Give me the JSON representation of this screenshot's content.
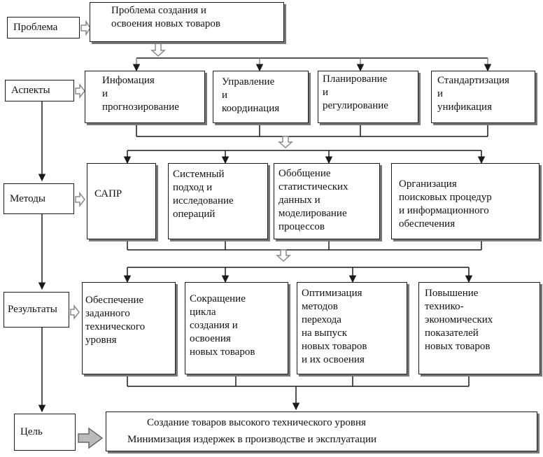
{
  "levels": {
    "problem": "Проблема",
    "aspects": "Аспекты",
    "methods": "Методы",
    "results": "Результаты",
    "goal": "Цель"
  },
  "problem_box": "Проблема создания и\nосвоения новых товаров",
  "aspects": [
    "Инфомация\nи\nпрогнозирование",
    "Управление\nи\nкоординация",
    "Планирование\nи\nрегулирование",
    "Стандартизация\nи\nунификация"
  ],
  "methods": [
    "САПР",
    "Системный\nподход и\nисследование\nопераций",
    "Обобщение\nстатистических\nданных и\nмоделирование\nпроцессов",
    "Организация\nпоисковых процедур\nи информационного\nобеспечения"
  ],
  "results": [
    "Обеспечение\nзаданного\nтехнического\nуровня",
    "Сокращение\nцикла\nсоздания и\nосвоения\nновых товаров",
    "Оптимизация\nметодов\nперехода\nна выпуск\nновых товаров\nи их освоения",
    "Повышение\nтехнико-\nэкономических\nпоказателей\nновых товаров"
  ],
  "goal_box": {
    "line1": "Создание товаров высокого технического уровня",
    "line2": "Минимизация издержек в производстве и эксплуатации"
  },
  "colors": {
    "line": "#1a1a1a",
    "shadow": "#777777",
    "hollow_arrow": "#aaaaaa"
  }
}
